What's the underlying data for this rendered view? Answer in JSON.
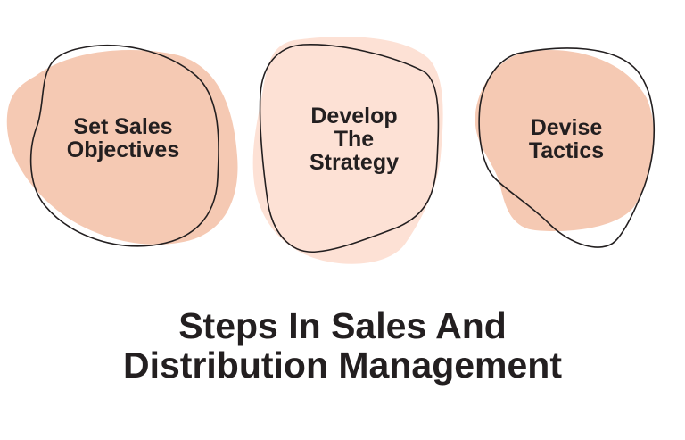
{
  "colors": {
    "blob_dark": "#f5c9b3",
    "blob_light": "#fde1d5",
    "outline": "#231f20",
    "text": "#231f20",
    "background": "#ffffff"
  },
  "steps": [
    {
      "label_line1": "Set Sales",
      "label_line2": "Objectives",
      "label_line3": ""
    },
    {
      "label_line1": "Develop",
      "label_line2": "The",
      "label_line3": "Strategy"
    },
    {
      "label_line1": "Devise",
      "label_line2": "Tactics",
      "label_line3": ""
    }
  ],
  "title": {
    "line1": "Steps In Sales And",
    "line2": "Distribution Management"
  }
}
